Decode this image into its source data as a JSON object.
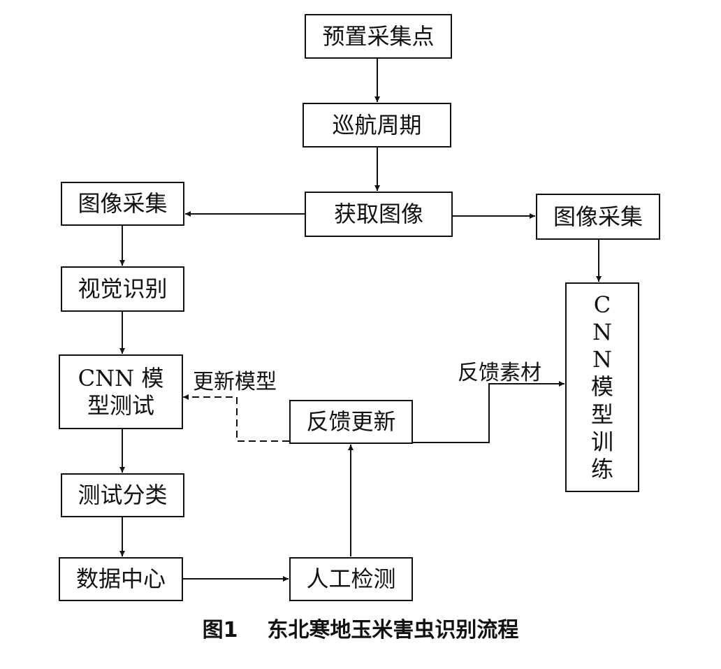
{
  "nodes": {
    "preset": "预置采集点",
    "cruise": "巡航周期",
    "acquire": "获取图像",
    "collect_left": "图像采集",
    "collect_right": "图像采集",
    "vision": "视觉识别",
    "cnn_test": [
      "CNN 模",
      "型测试"
    ],
    "test_classify": "测试分类",
    "data_center": "数据中心",
    "manual_check": "人工检测",
    "feedback_update": "反馈更新",
    "cnn_train": [
      "C",
      "N",
      "N",
      "模",
      "型",
      "训",
      "练"
    ]
  },
  "edge_labels": {
    "update_model": "更新模型",
    "feedback_material": "反馈素材"
  },
  "caption": "图1    东北寒地玉米害虫识别流程",
  "colors": {
    "line": "#111111",
    "background": "#ffffff"
  }
}
